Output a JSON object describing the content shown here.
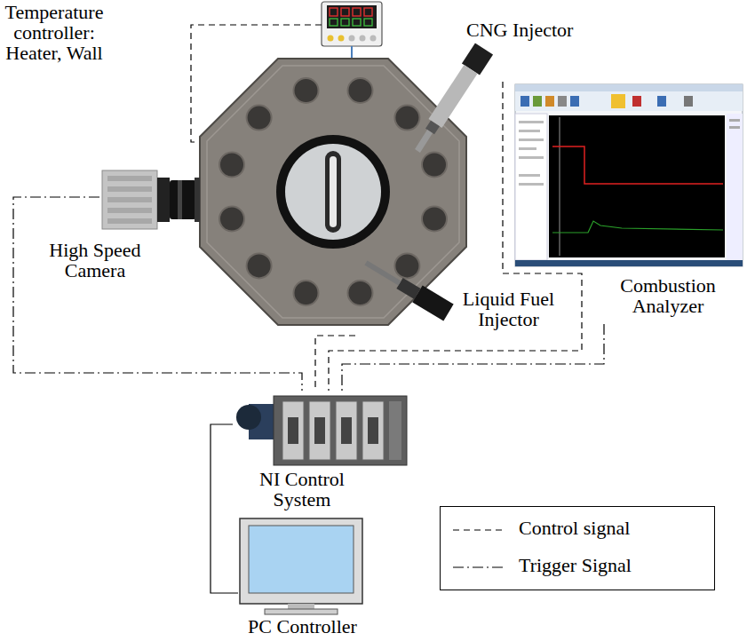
{
  "diagram": {
    "nodes": [
      {
        "text": [
          "Temperature controller: Heater, Wall"
        ]
      },
      {
        "text": [
          "CNG Injector"
        ]
      },
      {
        "text": [
          "High Speed Camera"
        ]
      },
      {
        "text": [
          "Combustion Analyzer"
        ]
      },
      {
        "text": [
          "Liquid Fuel Injector"
        ]
      },
      {
        "text": [
          "NI Control System"
        ]
      },
      {
        "text": [
          "PC Controller"
        ]
      }
    ],
    "edges": [
      {
        "from": 2,
        "to": 5,
        "arrow": "none"
      },
      {
        "from": 1,
        "to": 5,
        "arrow": "none"
      },
      {
        "from": 4,
        "to": 5,
        "arrow": "none"
      },
      {
        "from": 3,
        "to": 5,
        "arrow": "none"
      },
      {
        "from": 6,
        "to": 5,
        "arrow": "none"
      }
    ],
    "legend": [
      {
        "text": "Control signal"
      },
      {
        "text": "Trigger Signal"
      }
    ]
  }
}
